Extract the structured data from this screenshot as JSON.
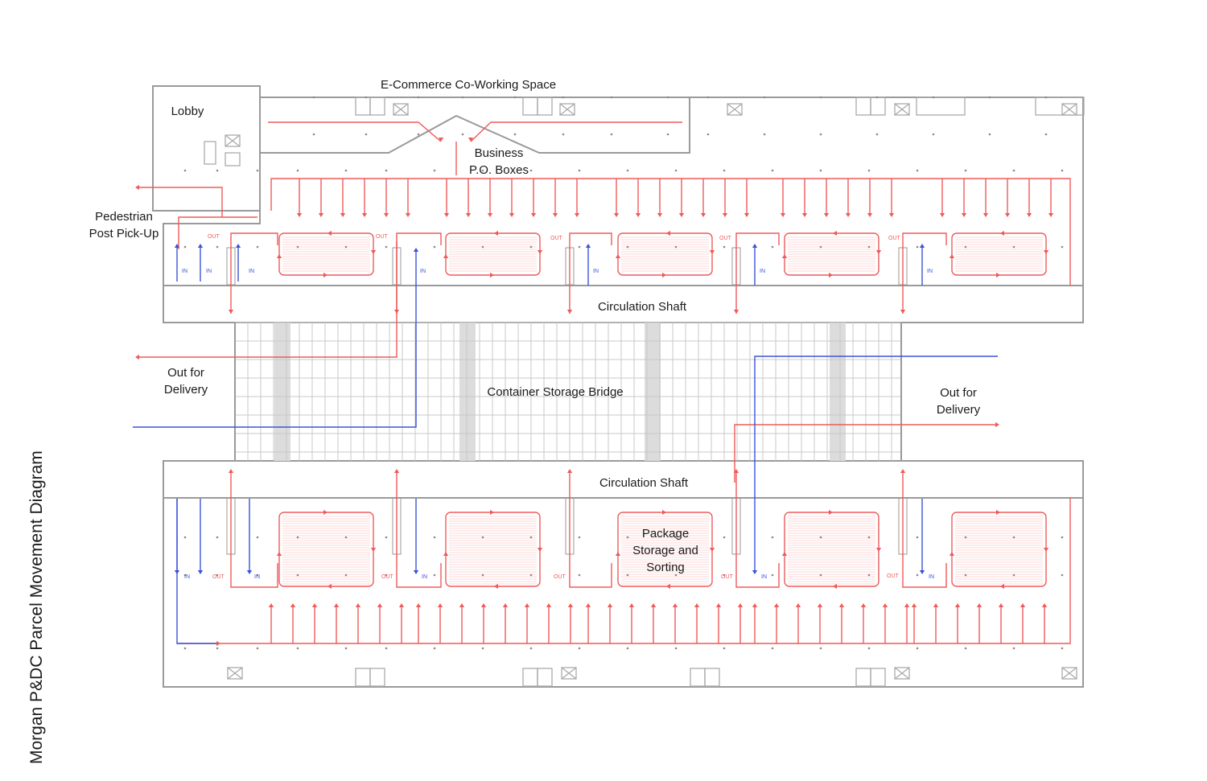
{
  "title": "Morgan P&DC Parcel Movement Diagram",
  "labels": {
    "lobby": "Lobby",
    "coworking": "E-Commerce Co-Working Space",
    "business_po": "Business\nP.O. Boxes",
    "pedestrian": "Pedestrian\nPost Pick-Up",
    "circ_top": "Circulation Shaft",
    "circ_bottom": "Circulation Shaft",
    "bridge": "Container Storage Bridge",
    "out_left": "Out for\nDelivery",
    "out_right": "Out for\nDelivery",
    "package": "Package\nStorage and\nSorting"
  },
  "tags": {
    "in": "IN",
    "out": "OUT"
  },
  "colors": {
    "outbound": "#f05a5a",
    "inbound": "#3b54d6",
    "wall": "#9a9a9a",
    "grid": "#c8c8c8",
    "column": "#dcdcdc"
  }
}
